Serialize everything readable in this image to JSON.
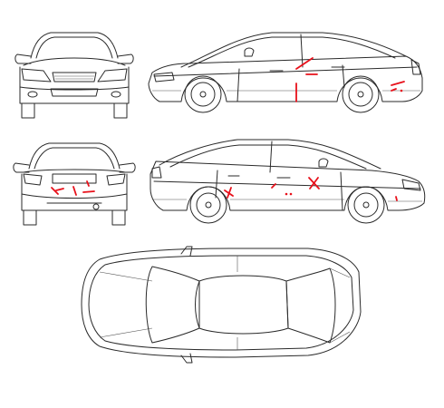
{
  "diagram": {
    "views": [
      {
        "id": "front",
        "name": "front-view"
      },
      {
        "id": "left-side",
        "name": "left-side-view"
      },
      {
        "id": "rear",
        "name": "rear-view"
      },
      {
        "id": "right-side",
        "name": "right-side-view"
      },
      {
        "id": "top",
        "name": "top-view"
      }
    ],
    "damage_color": "#e8101a",
    "line_color": "#2a2a2a",
    "damage_marks": [
      {
        "view": "left-side",
        "shape": "line",
        "pts": [
          [
            327,
            76
          ],
          [
            345,
            64
          ]
        ]
      },
      {
        "view": "left-side",
        "shape": "line",
        "pts": [
          [
            338,
            82
          ],
          [
            350,
            82
          ]
        ]
      },
      {
        "view": "left-side",
        "shape": "line",
        "pts": [
          [
            327,
            92
          ],
          [
            327,
            112
          ]
        ]
      },
      {
        "view": "left-side",
        "shape": "line",
        "pts": [
          [
            432,
            94
          ],
          [
            446,
            90
          ]
        ]
      },
      {
        "view": "left-side",
        "shape": "line",
        "pts": [
          [
            432,
            100
          ],
          [
            437,
            98
          ]
        ]
      },
      {
        "view": "left-side",
        "shape": "dot",
        "pts": [
          [
            443,
            100
          ]
        ]
      },
      {
        "view": "rear",
        "shape": "line",
        "pts": [
          [
            57,
            207
          ],
          [
            64,
            214
          ]
        ]
      },
      {
        "view": "rear",
        "shape": "line",
        "pts": [
          [
            62,
            210
          ],
          [
            70,
            208
          ]
        ]
      },
      {
        "view": "rear",
        "shape": "line",
        "pts": [
          [
            81,
            206
          ],
          [
            84,
            215
          ]
        ]
      },
      {
        "view": "rear",
        "shape": "line",
        "pts": [
          [
            92,
            212
          ],
          [
            104,
            211
          ]
        ]
      },
      {
        "view": "rear",
        "shape": "line",
        "pts": [
          [
            96,
            200
          ],
          [
            98,
            205
          ]
        ]
      },
      {
        "view": "right-side",
        "shape": "line",
        "pts": [
          [
            248,
            210
          ],
          [
            257,
            216
          ]
        ]
      },
      {
        "view": "right-side",
        "shape": "line",
        "pts": [
          [
            251,
            218
          ],
          [
            255,
            207
          ]
        ]
      },
      {
        "view": "right-side",
        "shape": "line",
        "pts": [
          [
            300,
            207
          ],
          [
            304,
            203
          ]
        ]
      },
      {
        "view": "right-side",
        "shape": "dot",
        "pts": [
          [
            316,
            214
          ]
        ]
      },
      {
        "view": "right-side",
        "shape": "dot",
        "pts": [
          [
            321,
            214
          ]
        ]
      },
      {
        "view": "right-side",
        "shape": "line",
        "pts": [
          [
            341,
            196
          ],
          [
            352,
            208
          ]
        ]
      },
      {
        "view": "right-side",
        "shape": "line",
        "pts": [
          [
            351,
            196
          ],
          [
            342,
            208
          ]
        ]
      },
      {
        "view": "right-side",
        "shape": "line",
        "pts": [
          [
            437,
            217
          ],
          [
            438,
            221
          ]
        ]
      }
    ]
  }
}
